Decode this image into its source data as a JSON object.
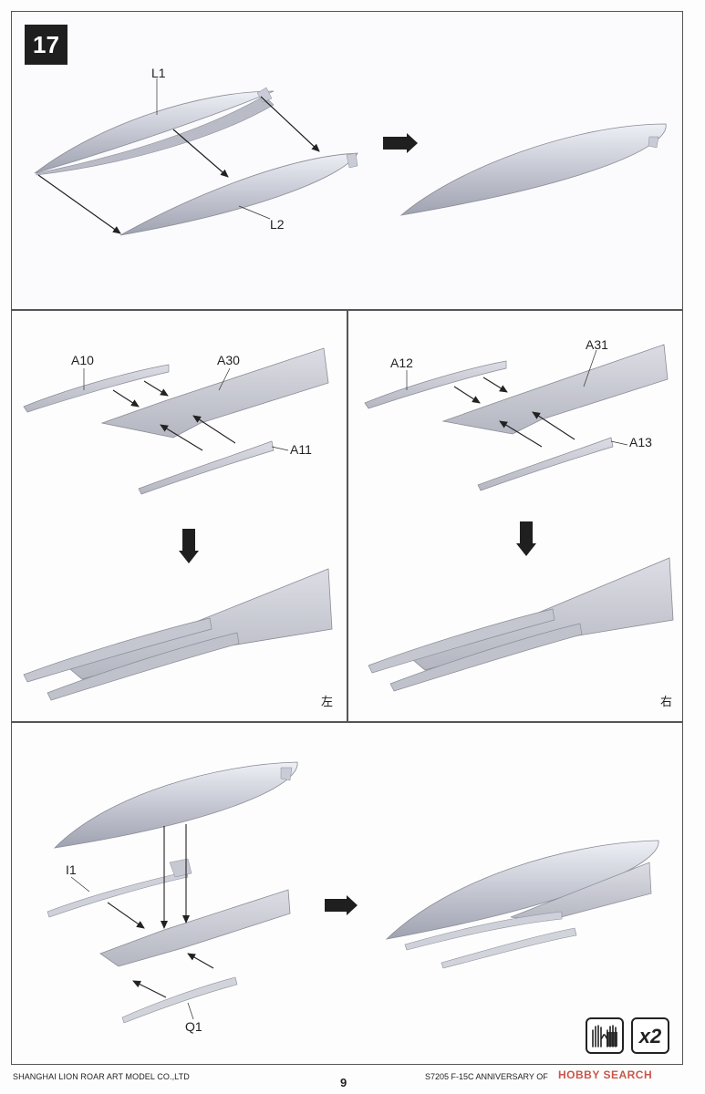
{
  "step": {
    "number": "17"
  },
  "labels": {
    "L1": "L1",
    "L2": "L2",
    "A10": "A10",
    "A30": "A30",
    "A11": "A11",
    "A12": "A12",
    "A31": "A31",
    "A13": "A13",
    "I1": "I1",
    "Q1": "Q1"
  },
  "sides": {
    "left": "左",
    "right": "右"
  },
  "quantity": "x2",
  "footer": {
    "company": "SHANGHAI LION ROAR ART MODEL CO.,LTD",
    "page_number": "9",
    "product": "S7205 F-15C ANNIVERSARY OF"
  },
  "watermark": "HOBBY SEARCH",
  "icons": [
    "hands-glue-icon",
    "arrow-right-icon",
    "arrow-down-icon"
  ]
}
